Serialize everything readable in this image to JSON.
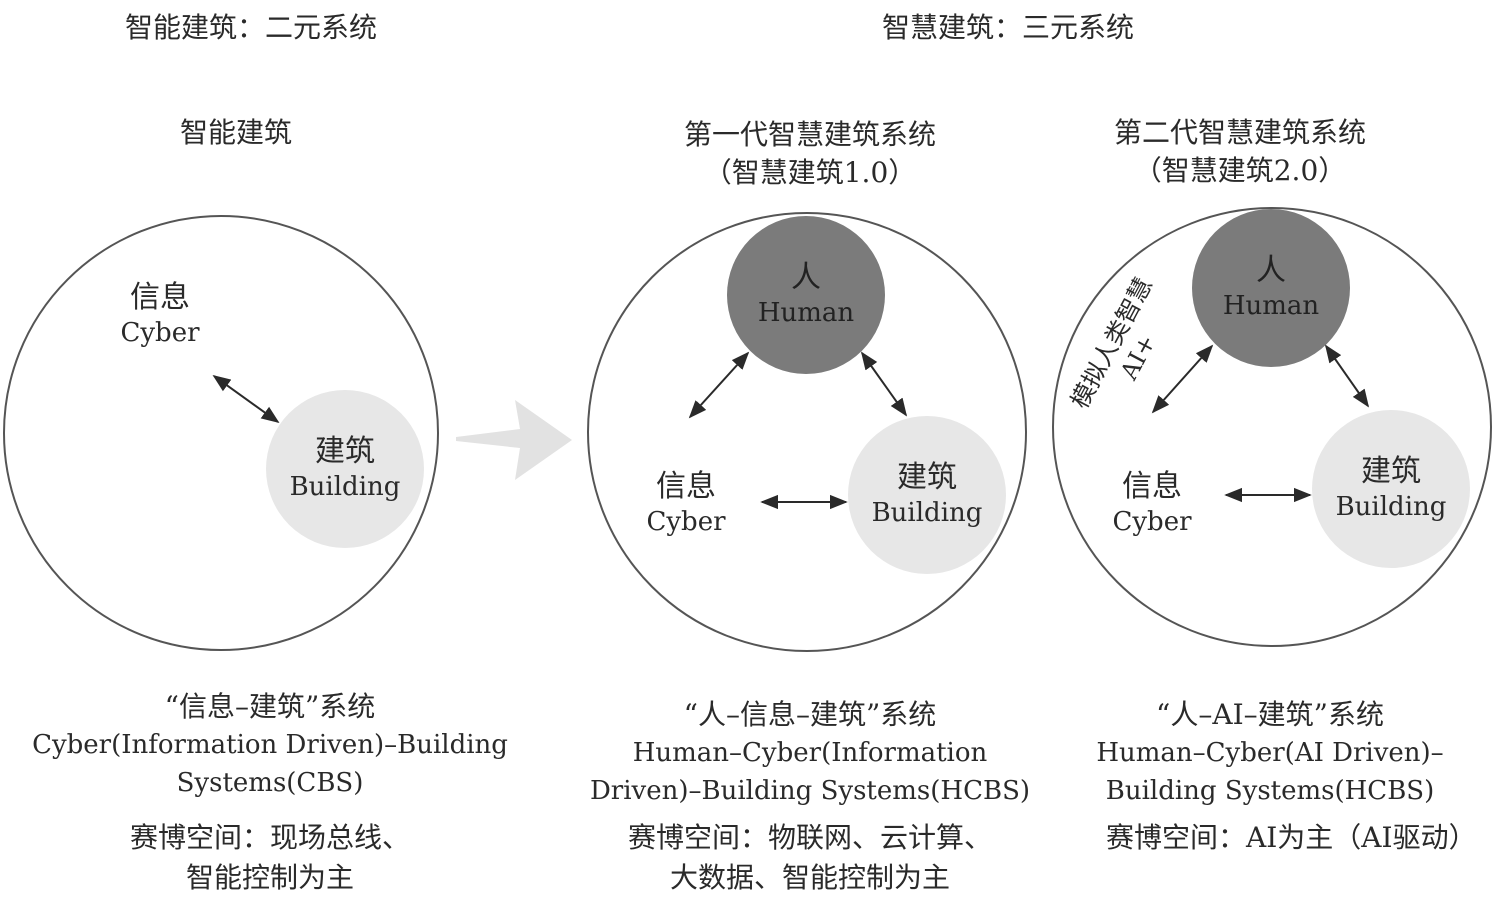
{
  "header": {
    "left": "智能建筑：二元系统",
    "right": "智慧建筑：三元系统"
  },
  "panels": [
    {
      "title": "智能建筑",
      "subtitle": "",
      "nodes": {
        "cyber": {
          "zh": "信息",
          "en": "Cyber"
        },
        "building": {
          "zh": "建筑",
          "en": "Building"
        }
      },
      "caption_zh": "“信息–建筑”系统",
      "caption_en_1": "Cyber(Information Driven)–Building",
      "caption_en_2": "Systems(CBS)",
      "note_1": "赛博空间：现场总线、",
      "note_2": "智能控制为主"
    },
    {
      "title": "第一代智慧建筑系统",
      "subtitle": "（智慧建筑1.0）",
      "nodes": {
        "human": {
          "zh": "人",
          "en": "Human"
        },
        "cyber": {
          "zh": "信息",
          "en": "Cyber"
        },
        "building": {
          "zh": "建筑",
          "en": "Building"
        }
      },
      "caption_zh": "“人–信息–建筑”系统",
      "caption_en_1": "Human–Cyber(Information",
      "caption_en_2": "Driven)–Building Systems(HCBS)",
      "note_1": "赛博空间：物联网、云计算、",
      "note_2": "大数据、智能控制为主"
    },
    {
      "title": "第二代智慧建筑系统",
      "subtitle": "（智慧建筑2.0）",
      "nodes": {
        "human": {
          "zh": "人",
          "en": "Human"
        },
        "cyber": {
          "zh": "信息",
          "en": "Cyber"
        },
        "building": {
          "zh": "建筑",
          "en": "Building"
        }
      },
      "ai_label_1": "模拟人类智慧",
      "ai_label_2": "AI+",
      "caption_zh": "“人–AI–建筑”系统",
      "caption_en_1": "Human–Cyber(AI Driven)–",
      "caption_en_2": "Building Systems(HCBS)",
      "note_1": "赛博空间：AI为主（AI驱动）"
    }
  ],
  "colors": {
    "human_node": "#7b7b7b",
    "building_node": "#e7e7e7",
    "outline": "#555555",
    "transition_arrow": "#e2e2e2"
  }
}
